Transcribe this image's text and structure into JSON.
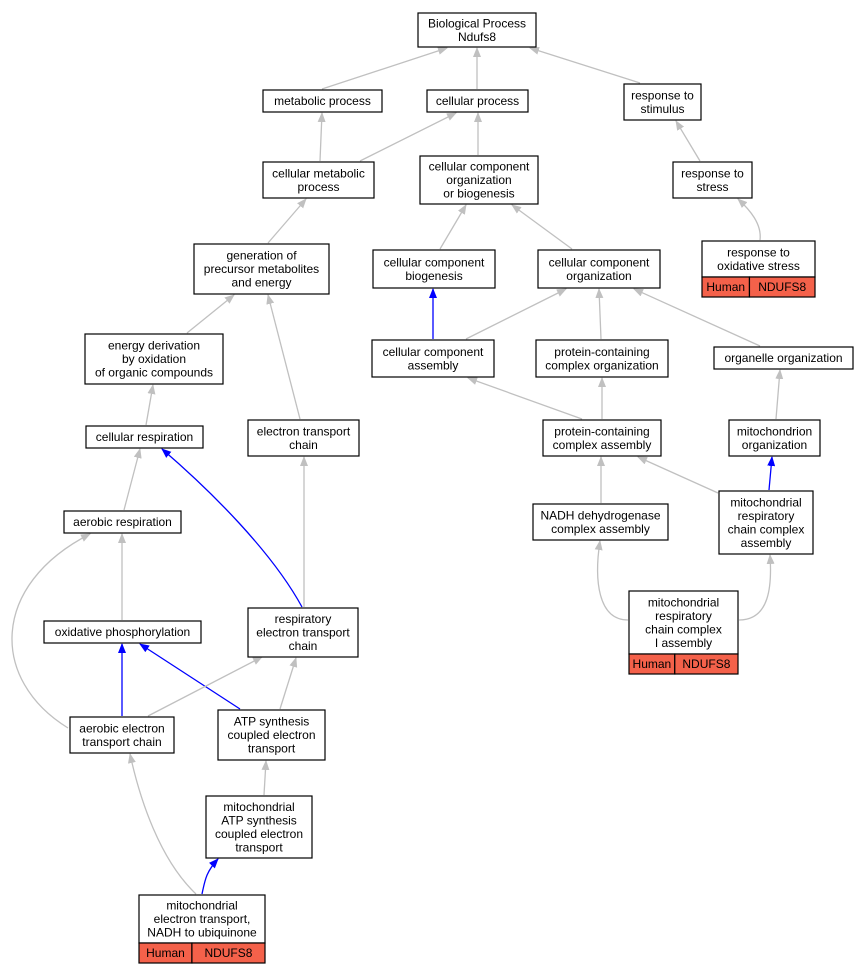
{
  "colors": {
    "gray_edge": "#c0c0c0",
    "blue_edge": "#0000ff",
    "tag_fill": "#f4614a"
  },
  "nodes": {
    "bp": [
      "Biological Process",
      "Ndufs8"
    ],
    "metabolic": [
      "metabolic process"
    ],
    "cellular": [
      "cellular process"
    ],
    "stimulus": [
      "response to",
      "stimulus"
    ],
    "cellmeta": [
      "cellular metabolic",
      "process"
    ],
    "ccob": [
      "cellular component",
      "organization",
      "or biogenesis"
    ],
    "stress": [
      "response to",
      "stress"
    ],
    "genprec": [
      "generation of",
      "precursor metabolites",
      "and energy"
    ],
    "ccbio": [
      "cellular component",
      "biogenesis"
    ],
    "ccorg": [
      "cellular component",
      "organization"
    ],
    "oxstress": [
      "response to",
      "oxidative stress"
    ],
    "energyder": [
      "energy derivation",
      "by oxidation",
      "of organic compounds"
    ],
    "ccasm": [
      "cellular component",
      "assembly"
    ],
    "pcorg": [
      "protein-containing",
      "complex organization"
    ],
    "orgorg": [
      "organelle organization"
    ],
    "cellresp": [
      "cellular respiration"
    ],
    "etc": [
      "electron transport",
      "chain"
    ],
    "pcasm": [
      "protein-containing",
      "complex assembly"
    ],
    "mitoorg": [
      "mitochondrion",
      "organization"
    ],
    "aerobic": [
      "aerobic respiration"
    ],
    "nadh": [
      "NADH dehydrogenase",
      "complex assembly"
    ],
    "mrcca": [
      "mitochondrial",
      "respiratory",
      "chain complex",
      "assembly"
    ],
    "mrcc1": [
      "mitochondrial",
      "respiratory",
      "chain complex",
      "I assembly"
    ],
    "oxphos": [
      "oxidative phosphorylation"
    ],
    "retc": [
      "respiratory",
      "electron transport",
      "chain"
    ],
    "aetc": [
      "aerobic electron",
      "transport chain"
    ],
    "atpset": [
      "ATP synthesis",
      "coupled electron",
      "transport"
    ],
    "matpset": [
      "mitochondrial",
      "ATP synthesis",
      "coupled electron",
      "transport"
    ],
    "metnadh": [
      "mitochondrial",
      "electron transport,",
      "NADH to ubiquinone"
    ]
  },
  "annotations": {
    "oxstress": [
      "Human",
      "NDUFS8"
    ],
    "mrcc1": [
      "Human",
      "NDUFS8"
    ],
    "metnadh": [
      "Human",
      "NDUFS8"
    ]
  },
  "edges": [
    [
      "metabolic",
      "bp",
      "gray"
    ],
    [
      "cellular",
      "bp",
      "gray"
    ],
    [
      "stimulus",
      "bp",
      "gray"
    ],
    [
      "cellmeta",
      "metabolic",
      "gray"
    ],
    [
      "cellmeta",
      "cellular",
      "gray"
    ],
    [
      "ccob",
      "cellular",
      "gray"
    ],
    [
      "stress",
      "stimulus",
      "gray"
    ],
    [
      "genprec",
      "cellmeta",
      "gray"
    ],
    [
      "ccbio",
      "ccob",
      "gray"
    ],
    [
      "ccorg",
      "ccob",
      "gray"
    ],
    [
      "oxstress",
      "stress",
      "gray"
    ],
    [
      "energyder",
      "genprec",
      "gray"
    ],
    [
      "ccasm",
      "ccbio",
      "blue"
    ],
    [
      "ccasm",
      "ccorg",
      "gray"
    ],
    [
      "pcorg",
      "ccorg",
      "gray"
    ],
    [
      "orgorg",
      "ccorg",
      "gray"
    ],
    [
      "cellresp",
      "energyder",
      "gray"
    ],
    [
      "etc",
      "genprec",
      "gray"
    ],
    [
      "pcasm",
      "ccasm",
      "gray"
    ],
    [
      "pcasm",
      "pcorg",
      "gray"
    ],
    [
      "mitoorg",
      "orgorg",
      "gray"
    ],
    [
      "aerobic",
      "cellresp",
      "gray"
    ],
    [
      "retc",
      "cellresp",
      "blue"
    ],
    [
      "nadh",
      "pcasm",
      "gray"
    ],
    [
      "mrcca",
      "pcasm",
      "gray"
    ],
    [
      "mrcca",
      "mitoorg",
      "blue"
    ],
    [
      "mrcc1",
      "nadh",
      "gray"
    ],
    [
      "mrcc1",
      "mrcca",
      "gray"
    ],
    [
      "oxphos",
      "aerobic",
      "gray"
    ],
    [
      "aetc",
      "aerobic",
      "gray"
    ],
    [
      "retc",
      "etc",
      "gray"
    ],
    [
      "aetc",
      "oxphos",
      "blue"
    ],
    [
      "atpset",
      "oxphos",
      "blue"
    ],
    [
      "aetc",
      "retc",
      "gray"
    ],
    [
      "atpset",
      "retc",
      "gray"
    ],
    [
      "matpset",
      "atpset",
      "gray"
    ],
    [
      "metnadh",
      "aetc",
      "gray"
    ],
    [
      "metnadh",
      "matpset",
      "blue"
    ]
  ]
}
